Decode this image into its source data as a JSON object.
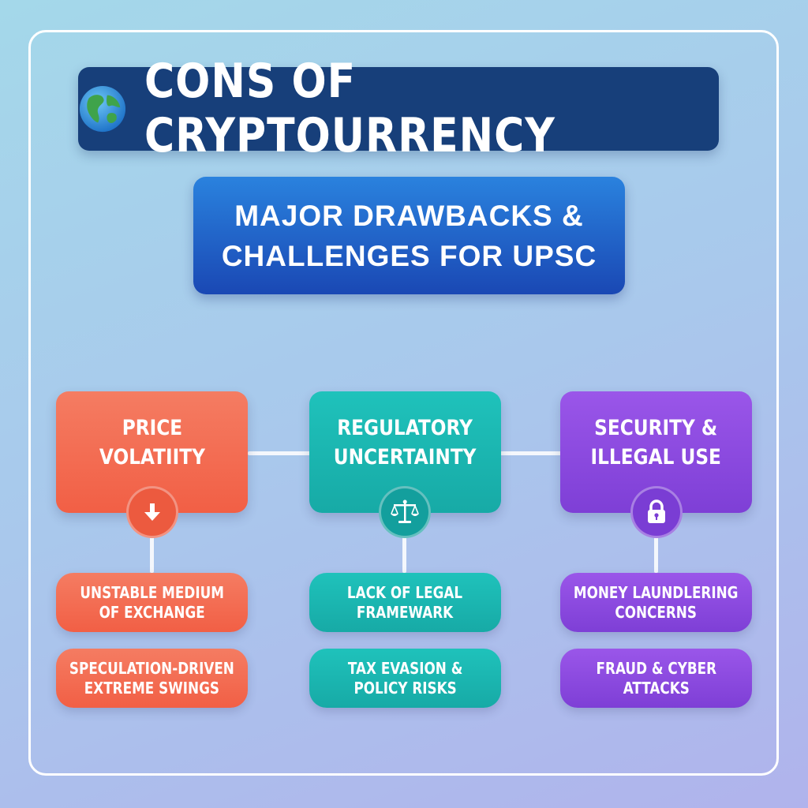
{
  "title": "CONS OF CRYPTOURRENCY",
  "subtitle": [
    "MAJOR DRAWBACKS &",
    "CHALLENGES FOR UPSC"
  ],
  "colors": {
    "title_bg": "#173f7a",
    "subtitle_bg": "#1f5fca",
    "orange": "#f26a50",
    "teal": "#1ab8b2",
    "purple": "#8a4ae0"
  },
  "columns": [
    {
      "heading": [
        "PRICE",
        "VOLATIITY"
      ],
      "icon": "down-arrow-icon",
      "items": [
        [
          "UNSTABLE MEDIUM",
          "OF EXCHANGE"
        ],
        [
          "SPECULATION-DRIVEN",
          "EXTREME SWINGS"
        ]
      ]
    },
    {
      "heading": [
        "REGULATORY",
        "UNCERTAINTY"
      ],
      "icon": "scales-icon",
      "items": [
        [
          "LACK OF LEGAL",
          "FRAMEWARK"
        ],
        [
          "TAX EVASION &",
          "POLICY RISKS"
        ]
      ]
    },
    {
      "heading": [
        "SECURITY &",
        "ILLEGAL USE"
      ],
      "icon": "padlock-icon",
      "items": [
        [
          "MONEY LAUNDLERING",
          "CONCERNS"
        ],
        [
          "FRAUD & CYBER",
          "ATTACKS"
        ]
      ]
    }
  ]
}
